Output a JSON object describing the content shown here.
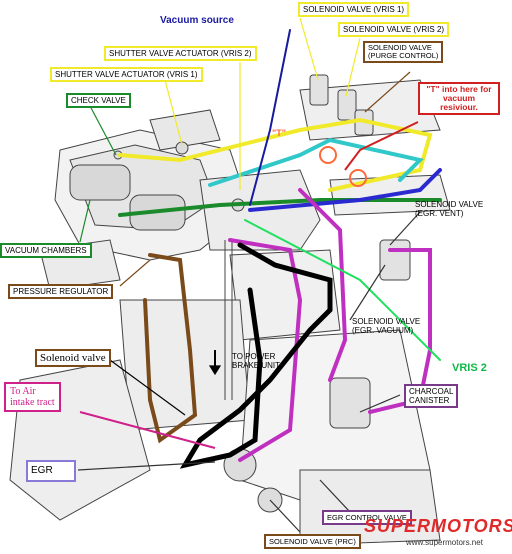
{
  "labels": {
    "vacuum_source": "Vacuum source",
    "solenoid_vris1": "SOLENOID VALVE (VRIS 1)",
    "solenoid_vris2": "SOLENOID VALVE (VRIS 2)",
    "solenoid_purge_line1": "SOLENOID VALVE",
    "solenoid_purge_line2": "(PURGE CONTROL)",
    "shutter_vris2": "SHUTTER VALVE ACTUATOR (VRIS 2)",
    "shutter_vris1": "SHUTTER VALVE ACTUATOR (VRIS 1)",
    "check_valve": "CHECK VALVE",
    "tee_note": "\"T\" into here for vacuum resiviour.",
    "tee_mark": "\"T\"",
    "vacuum_chambers": "VACUUM CHAMBERS",
    "egr_vent_line1": "SOLENOID VALVE",
    "egr_vent_line2": "(EGR. VENT)",
    "pressure_regulator": "PRESSURE REGULATOR",
    "egr_vacuum_line1": "SOLENOID VALVE",
    "egr_vacuum_line2": "(EGR. VACUUM)",
    "power_brake_line1": "TO POWER",
    "power_brake_line2": "BRAKE UNIT",
    "vris2": "VRIS 2",
    "solenoid_valve": "Solenoid valve",
    "to_air_intake": "To Air\nintake tract",
    "charcoal_line1": "CHARCOAL",
    "charcoal_line2": "CANISTER",
    "egr": "EGR",
    "egr_control_valve": "EGR CONTROL VALVE",
    "solenoid_prc": "SOLENOID VALVE (PRC)"
  },
  "watermark": {
    "brand": "SUPERMOTORS",
    "url": "www.supermotors.net"
  },
  "colors": {
    "yellow": "#f0ea2a",
    "green": "#1a8a2a",
    "brown": "#7a4a1a",
    "purple": "#7a3a8a",
    "lavender": "#8a7ad8",
    "red": "#d02020",
    "pink": "#d0208a",
    "blue": "#1a1aa0",
    "vris2_green": "#10b848",
    "cyan": "#30c8c8",
    "magenta_hose": "#c030c0",
    "black_hose": "#000000",
    "orange": "#ff6a3a"
  }
}
